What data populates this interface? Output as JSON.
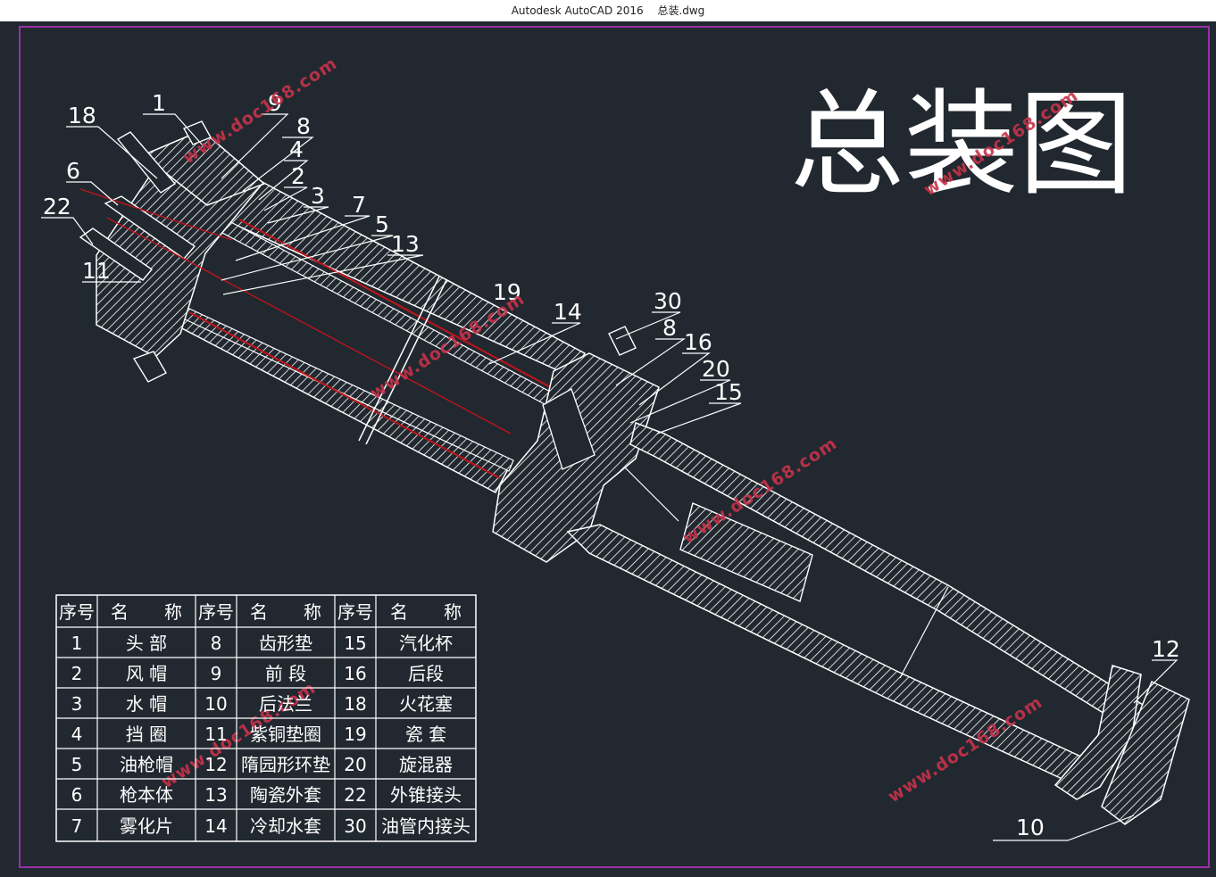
{
  "window": {
    "app": "Autodesk AutoCAD 2016",
    "file": "总装.dwg"
  },
  "drawing": {
    "title": "总装图"
  },
  "callouts": [
    "18",
    "1",
    "9",
    "8",
    "4",
    "2",
    "3",
    "7",
    "5",
    "13",
    "6",
    "22",
    "11",
    "19",
    "14",
    "30",
    "8",
    "16",
    "20",
    "15",
    "12",
    "10"
  ],
  "watermark": "www.doc168.com",
  "colors": {
    "background": "#212830",
    "frame": "#9a2fa8",
    "lines": "#ffffff",
    "centerline": "#c0141a",
    "watermark": "#c8334a"
  },
  "parts_table": {
    "headers": [
      "序号",
      "名　　称",
      "序号",
      "名　　称",
      "序号",
      "名　　称"
    ],
    "rows": [
      [
        "1",
        "头 部",
        "8",
        "齿形垫",
        "15",
        "汽化杯"
      ],
      [
        "2",
        "风 帽",
        "9",
        "前 段",
        "16",
        "后段"
      ],
      [
        "3",
        "水 帽",
        "10",
        "后法兰",
        "18",
        "火花塞"
      ],
      [
        "4",
        "挡 圈",
        "11",
        "紫铜垫圈",
        "19",
        "瓷 套"
      ],
      [
        "5",
        "油枪帽",
        "12",
        "隋园形环垫",
        "20",
        "旋混器"
      ],
      [
        "6",
        "枪本体",
        "13",
        "陶瓷外套",
        "22",
        "外锥接头"
      ],
      [
        "7",
        "雾化片",
        "14",
        "冷却水套",
        "30",
        "油管内接头"
      ]
    ]
  }
}
